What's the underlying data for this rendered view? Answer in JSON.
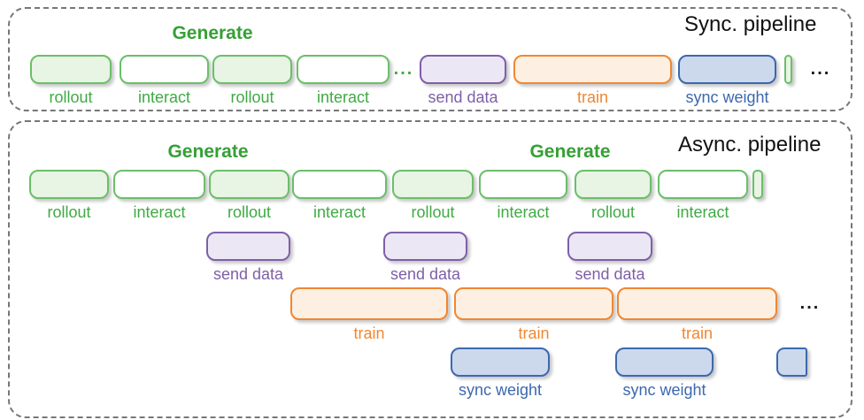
{
  "colors": {
    "green_border": "#6abf69",
    "green_fill": "#e8f4e4",
    "green_text": "#3faa44",
    "generate_text": "#35a035",
    "purple_border": "#7e5fa8",
    "purple_fill": "#ece7f5",
    "orange_border": "#f08732",
    "orange_fill": "#fdf0e2",
    "blue_border": "#3c68ae",
    "blue_fill": "#ccd9ed",
    "panel_dash": "#777777",
    "title_text": "#111111"
  },
  "sync_panel": {
    "title": "Sync. pipeline",
    "generate_label": "Generate",
    "boxes": [
      {
        "label": "rollout"
      },
      {
        "label": "interact"
      },
      {
        "label": "rollout"
      },
      {
        "label": "interact"
      },
      {
        "label": "send data"
      },
      {
        "label": "train"
      },
      {
        "label": "sync weight"
      }
    ],
    "ellipsis_after_generate": "...",
    "ellipsis_trailing": "..."
  },
  "async_panel": {
    "title": "Async. pipeline",
    "generate_labels": [
      "Generate",
      "Generate"
    ],
    "generate_row": [
      "rollout",
      "interact",
      "rollout",
      "interact",
      "rollout",
      "interact",
      "rollout",
      "interact"
    ],
    "send_data_row": [
      "send data",
      "send data",
      "send data"
    ],
    "train_row": [
      "train",
      "train",
      "train"
    ],
    "sync_weight_row": [
      "sync weight",
      "sync weight"
    ],
    "ellipsis_trailing": "..."
  }
}
